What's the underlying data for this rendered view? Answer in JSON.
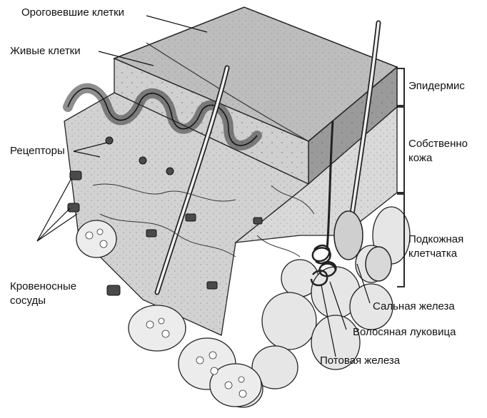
{
  "labels": {
    "cornified_cells": "Ороговевшие клетки",
    "living_cells": "Живые клетки",
    "receptors": "Рецепторы",
    "blood_vessels": [
      "Кровеносные",
      "сосуды"
    ],
    "epidermis": "Эпидермис",
    "dermis": [
      "Собственно",
      "кожа"
    ],
    "subcutaneous": [
      "Подкожная",
      "клетчатка"
    ],
    "sebaceous_gland": "Сальная железа",
    "hair_bulb": "Волосяная луковица",
    "sweat_gland": "Потовая железа"
  },
  "colors": {
    "ink": "#111111",
    "surface": "#bdbdbd",
    "epidermis_side": "#9a9a9a",
    "dermis": "#d2d2d2",
    "fat": "#e6e6e6",
    "shadow": "#4a4a4a"
  }
}
